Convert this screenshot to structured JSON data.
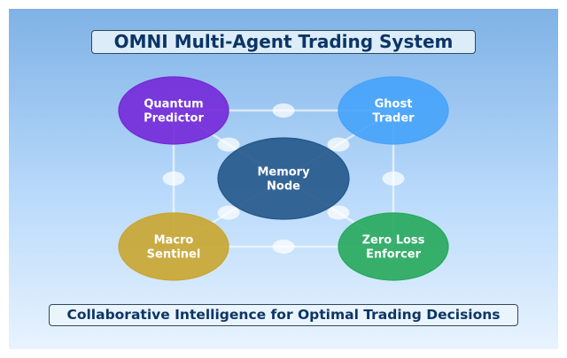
{
  "title": "OMNI Multi-Agent Trading System",
  "subtitle": "Collaborative Intelligence for Optimal Trading Decisions",
  "colors": {
    "background_top": "#7fb2e6",
    "background_bottom": "#e8f3fe",
    "quantum_predictor": "#7428d8",
    "ghost_trader": "#46a3fb",
    "memory_node": "#23568a",
    "macro_sentinel": "#c9a52f",
    "zero_loss_enforcer": "#26a85b",
    "connection": "#ffffff"
  },
  "nodes": [
    {
      "id": "quantum-predictor",
      "label": [
        "Quantum",
        "Predictor"
      ],
      "color_key": "quantum_predictor"
    },
    {
      "id": "ghost-trader",
      "label": [
        "Ghost",
        "Trader"
      ],
      "color_key": "ghost_trader"
    },
    {
      "id": "memory-node",
      "label": [
        "Memory",
        "Node"
      ],
      "color_key": "memory_node"
    },
    {
      "id": "macro-sentinel",
      "label": [
        "Macro",
        "Sentinel"
      ],
      "color_key": "macro_sentinel"
    },
    {
      "id": "zero-loss-enforcer",
      "label": [
        "Zero Loss",
        "Enforcer"
      ],
      "color_key": "zero_loss_enforcer"
    }
  ],
  "edges": [
    [
      "quantum-predictor",
      "ghost-trader"
    ],
    [
      "quantum-predictor",
      "macro-sentinel"
    ],
    [
      "ghost-trader",
      "zero-loss-enforcer"
    ],
    [
      "macro-sentinel",
      "zero-loss-enforcer"
    ],
    [
      "quantum-predictor",
      "memory-node"
    ],
    [
      "ghost-trader",
      "memory-node"
    ],
    [
      "macro-sentinel",
      "memory-node"
    ],
    [
      "zero-loss-enforcer",
      "memory-node"
    ]
  ]
}
